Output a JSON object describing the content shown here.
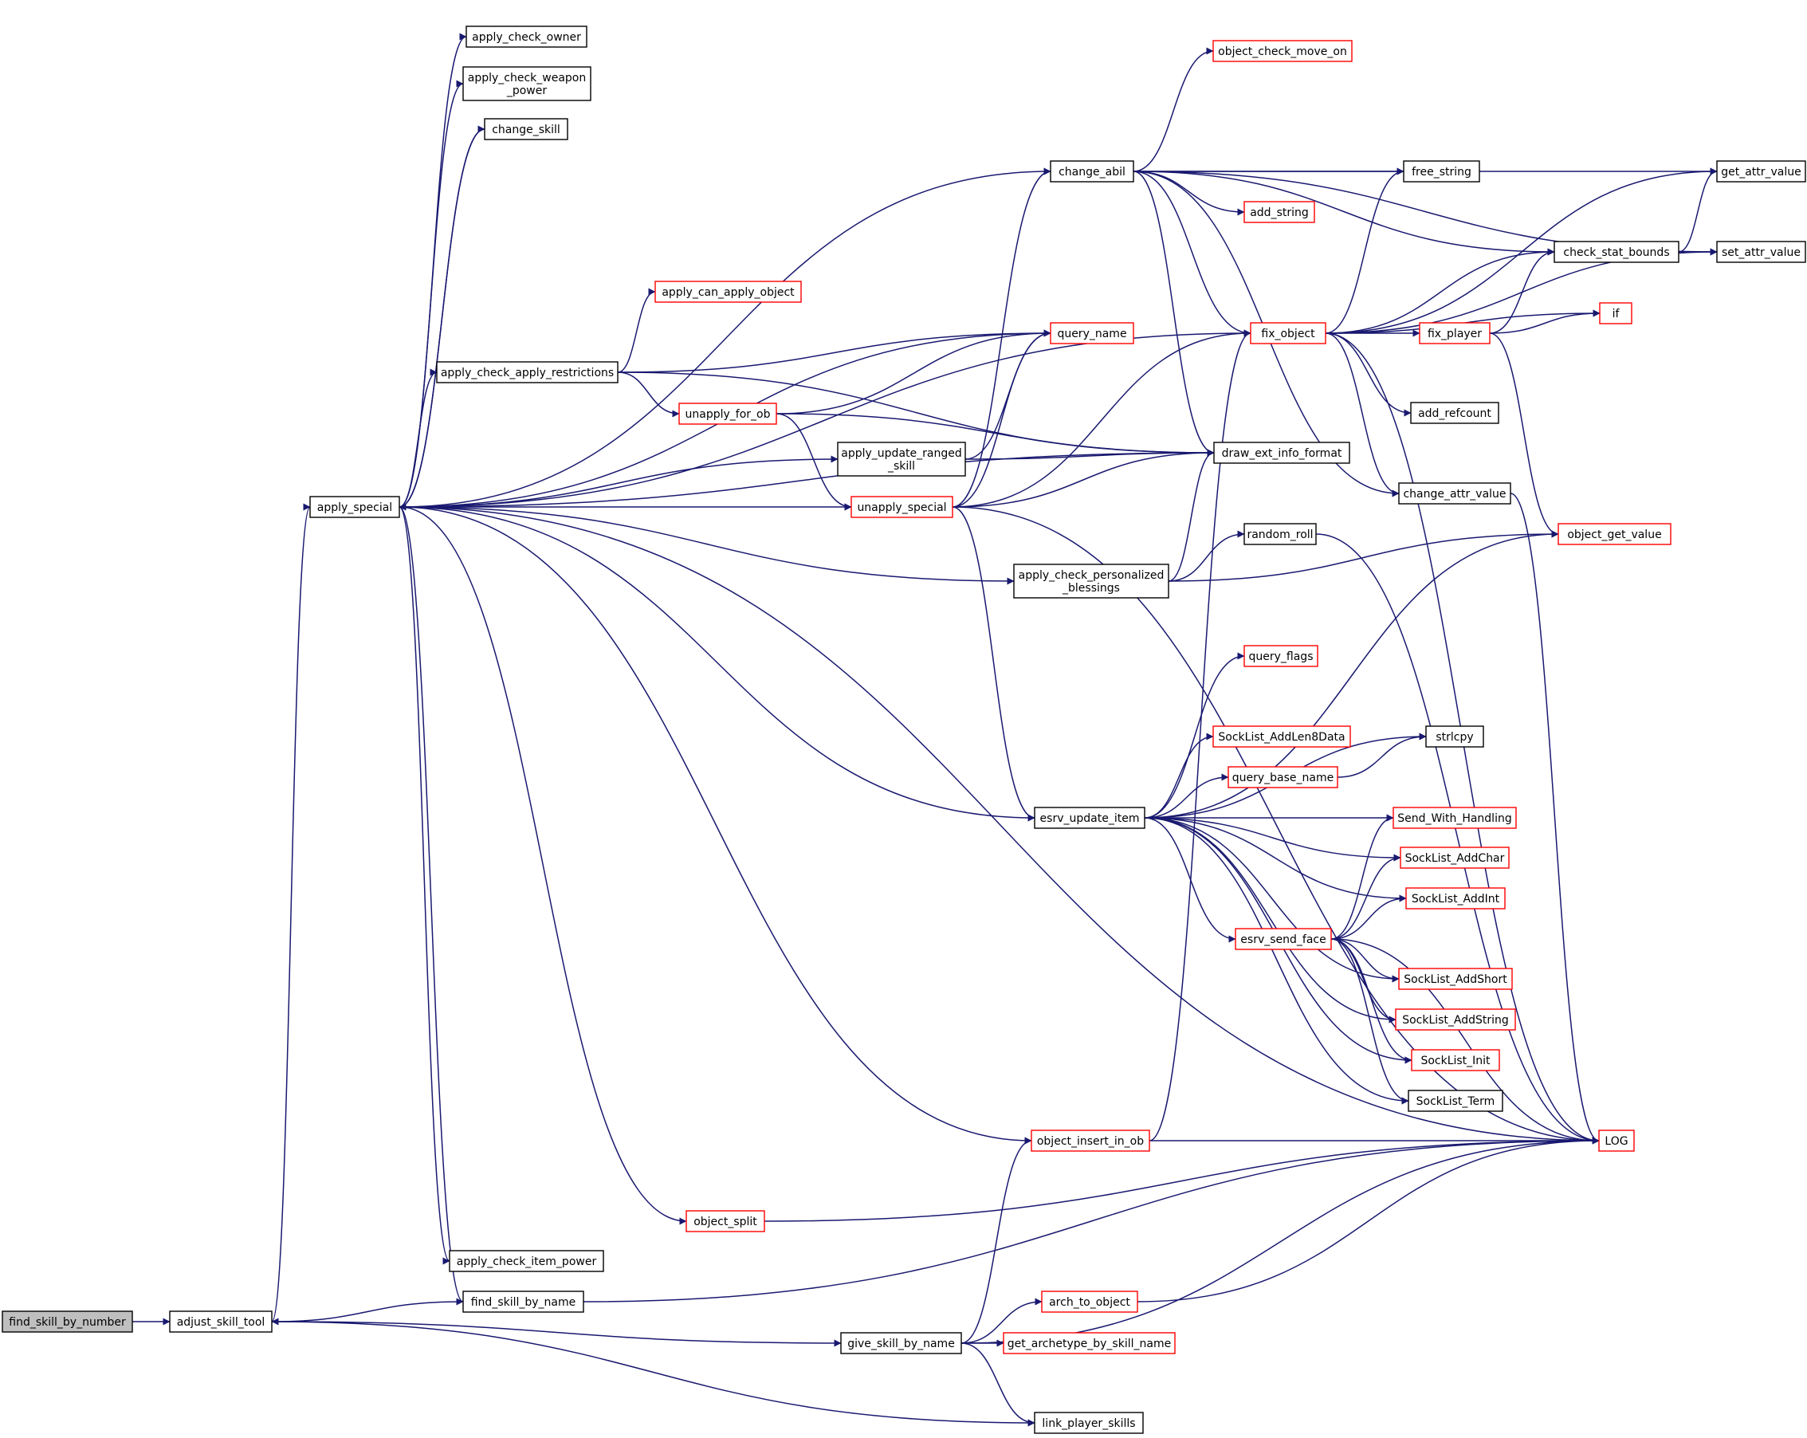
{
  "title": "",
  "colors": {
    "edge": "#191970",
    "normal_border": "#000000",
    "truncated_border": "#ff0000",
    "root_fill": "#bfbfbf",
    "background": "#ffffff"
  },
  "nodes": [
    {
      "id": "find_skill_by_number",
      "lines": [
        "find_skill_by_number"
      ],
      "style": "root"
    },
    {
      "id": "adjust_skill_tool",
      "lines": [
        "adjust_skill_tool"
      ],
      "style": "normal"
    },
    {
      "id": "apply_special",
      "lines": [
        "apply_special"
      ],
      "style": "normal"
    },
    {
      "id": "find_skill_by_name",
      "lines": [
        "find_skill_by_name"
      ],
      "style": "normal"
    },
    {
      "id": "give_skill_by_name",
      "lines": [
        "give_skill_by_name"
      ],
      "style": "normal"
    },
    {
      "id": "link_player_skills",
      "lines": [
        "link_player_skills"
      ],
      "style": "normal"
    },
    {
      "id": "apply_check_owner",
      "lines": [
        "apply_check_owner"
      ],
      "style": "normal"
    },
    {
      "id": "apply_check_weapon_power",
      "lines": [
        "apply_check_weapon",
        "_power"
      ],
      "style": "normal"
    },
    {
      "id": "change_skill",
      "lines": [
        "change_skill"
      ],
      "style": "normal"
    },
    {
      "id": "change_abil",
      "lines": [
        "change_abil"
      ],
      "style": "normal"
    },
    {
      "id": "fix_object",
      "lines": [
        "fix_object"
      ],
      "style": "red"
    },
    {
      "id": "query_name",
      "lines": [
        "query_name"
      ],
      "style": "red"
    },
    {
      "id": "apply_check_apply_restrictions",
      "lines": [
        "apply_check_apply_restrictions"
      ],
      "style": "normal"
    },
    {
      "id": "apply_update_ranged_skill",
      "lines": [
        "apply_update_ranged",
        "_skill"
      ],
      "style": "normal"
    },
    {
      "id": "unapply_special",
      "lines": [
        "unapply_special"
      ],
      "style": "red"
    },
    {
      "id": "draw_ext_info_format",
      "lines": [
        "draw_ext_info_format"
      ],
      "style": "normal"
    },
    {
      "id": "apply_check_personalized_blessings",
      "lines": [
        "apply_check_personalized",
        "_blessings"
      ],
      "style": "normal"
    },
    {
      "id": "esrv_update_item",
      "lines": [
        "esrv_update_item"
      ],
      "style": "normal"
    },
    {
      "id": "object_insert_in_ob",
      "lines": [
        "object_insert_in_ob"
      ],
      "style": "red"
    },
    {
      "id": "LOG",
      "lines": [
        "LOG"
      ],
      "style": "red"
    },
    {
      "id": "object_split",
      "lines": [
        "object_split"
      ],
      "style": "red"
    },
    {
      "id": "apply_check_item_power",
      "lines": [
        "apply_check_item_power"
      ],
      "style": "normal"
    },
    {
      "id": "arch_to_object",
      "lines": [
        "arch_to_object"
      ],
      "style": "red"
    },
    {
      "id": "get_archetype_by_skill_name",
      "lines": [
        "get_archetype_by_skill_name"
      ],
      "style": "red"
    },
    {
      "id": "object_check_move_on",
      "lines": [
        "object_check_move_on"
      ],
      "style": "red"
    },
    {
      "id": "get_attr_value",
      "lines": [
        "get_attr_value"
      ],
      "style": "normal"
    },
    {
      "id": "set_attr_value",
      "lines": [
        "set_attr_value"
      ],
      "style": "normal"
    },
    {
      "id": "free_string",
      "lines": [
        "free_string"
      ],
      "style": "normal"
    },
    {
      "id": "add_string",
      "lines": [
        "add_string"
      ],
      "style": "red"
    },
    {
      "id": "change_attr_value",
      "lines": [
        "change_attr_value"
      ],
      "style": "normal"
    },
    {
      "id": "apply_can_apply_object",
      "lines": [
        "apply_can_apply_object"
      ],
      "style": "red"
    },
    {
      "id": "unapply_for_ob",
      "lines": [
        "unapply_for_ob"
      ],
      "style": "red"
    },
    {
      "id": "check_stat_bounds",
      "lines": [
        "check_stat_bounds"
      ],
      "style": "normal"
    },
    {
      "id": "fix_player",
      "lines": [
        "fix_player"
      ],
      "style": "red"
    },
    {
      "id": "if",
      "lines": [
        "if"
      ],
      "style": "red"
    },
    {
      "id": "add_refcount",
      "lines": [
        "add_refcount"
      ],
      "style": "normal"
    },
    {
      "id": "object_get_value",
      "lines": [
        "object_get_value"
      ],
      "style": "red"
    },
    {
      "id": "random_roll",
      "lines": [
        "random_roll"
      ],
      "style": "normal"
    },
    {
      "id": "query_flags",
      "lines": [
        "query_flags"
      ],
      "style": "red"
    },
    {
      "id": "strlcpy",
      "lines": [
        "strlcpy"
      ],
      "style": "normal"
    },
    {
      "id": "SockList_AddLen8Data",
      "lines": [
        "SockList_AddLen8Data"
      ],
      "style": "red"
    },
    {
      "id": "query_base_name",
      "lines": [
        "query_base_name"
      ],
      "style": "red"
    },
    {
      "id": "Send_With_Handling",
      "lines": [
        "Send_With_Handling"
      ],
      "style": "red"
    },
    {
      "id": "SockList_AddChar",
      "lines": [
        "SockList_AddChar"
      ],
      "style": "red"
    },
    {
      "id": "SockList_AddInt",
      "lines": [
        "SockList_AddInt"
      ],
      "style": "red"
    },
    {
      "id": "esrv_send_face",
      "lines": [
        "esrv_send_face"
      ],
      "style": "red"
    },
    {
      "id": "SockList_AddShort",
      "lines": [
        "SockList_AddShort"
      ],
      "style": "red"
    },
    {
      "id": "SockList_AddString",
      "lines": [
        "SockList_AddString"
      ],
      "style": "red"
    },
    {
      "id": "SockList_Init",
      "lines": [
        "SockList_Init"
      ],
      "style": "red"
    },
    {
      "id": "SockList_Term",
      "lines": [
        "SockList_Term"
      ],
      "style": "normal"
    }
  ],
  "edges": [
    [
      "find_skill_by_number",
      "adjust_skill_tool"
    ],
    [
      "adjust_skill_tool",
      "apply_special"
    ],
    [
      "adjust_skill_tool",
      "give_skill_by_name"
    ],
    [
      "adjust_skill_tool",
      "link_player_skills"
    ],
    [
      "find_skill_by_name",
      "adjust_skill_tool"
    ],
    [
      "find_skill_by_name",
      "LOG"
    ],
    [
      "apply_special",
      "apply_check_owner"
    ],
    [
      "apply_special",
      "apply_check_weapon_power"
    ],
    [
      "apply_special",
      "change_skill"
    ],
    [
      "apply_special",
      "change_abil"
    ],
    [
      "apply_special",
      "fix_object"
    ],
    [
      "apply_special",
      "query_name"
    ],
    [
      "apply_special",
      "apply_check_apply_restrictions"
    ],
    [
      "apply_special",
      "apply_update_ranged_skill"
    ],
    [
      "apply_special",
      "unapply_special"
    ],
    [
      "apply_special",
      "draw_ext_info_format"
    ],
    [
      "apply_special",
      "apply_check_personalized_blessings"
    ],
    [
      "apply_special",
      "esrv_update_item"
    ],
    [
      "apply_special",
      "object_insert_in_ob"
    ],
    [
      "apply_special",
      "LOG"
    ],
    [
      "apply_special",
      "object_split"
    ],
    [
      "apply_special",
      "apply_check_item_power"
    ],
    [
      "apply_special",
      "find_skill_by_name"
    ],
    [
      "change_skill",
      "apply_special"
    ],
    [
      "give_skill_by_name",
      "object_insert_in_ob"
    ],
    [
      "give_skill_by_name",
      "arch_to_object"
    ],
    [
      "give_skill_by_name",
      "get_archetype_by_skill_name"
    ],
    [
      "give_skill_by_name",
      "LOG"
    ],
    [
      "give_skill_by_name",
      "link_player_skills"
    ],
    [
      "change_abil",
      "object_check_move_on"
    ],
    [
      "change_abil",
      "get_attr_value"
    ],
    [
      "change_abil",
      "set_attr_value"
    ],
    [
      "change_abil",
      "free_string"
    ],
    [
      "change_abil",
      "add_string"
    ],
    [
      "change_abil",
      "fix_object"
    ],
    [
      "change_abil",
      "draw_ext_info_format"
    ],
    [
      "change_abil",
      "change_attr_value"
    ],
    [
      "change_abil",
      "check_stat_bounds"
    ],
    [
      "apply_check_apply_restrictions",
      "apply_can_apply_object"
    ],
    [
      "apply_check_apply_restrictions",
      "query_name"
    ],
    [
      "apply_check_apply_restrictions",
      "unapply_for_ob"
    ],
    [
      "apply_check_apply_restrictions",
      "draw_ext_info_format"
    ],
    [
      "unapply_for_ob",
      "query_name"
    ],
    [
      "unapply_for_ob",
      "draw_ext_info_format"
    ],
    [
      "unapply_for_ob",
      "unapply_special"
    ],
    [
      "apply_update_ranged_skill",
      "query_name"
    ],
    [
      "apply_update_ranged_skill",
      "draw_ext_info_format"
    ],
    [
      "unapply_special",
      "change_abil"
    ],
    [
      "unapply_special",
      "query_name"
    ],
    [
      "unapply_special",
      "fix_object"
    ],
    [
      "unapply_special",
      "draw_ext_info_format"
    ],
    [
      "unapply_special",
      "esrv_update_item"
    ],
    [
      "unapply_special",
      "LOG"
    ],
    [
      "fix_object",
      "free_string"
    ],
    [
      "fix_object",
      "get_attr_value"
    ],
    [
      "fix_object",
      "check_stat_bounds"
    ],
    [
      "fix_object",
      "if"
    ],
    [
      "fix_object",
      "fix_player"
    ],
    [
      "fix_object",
      "set_attr_value"
    ],
    [
      "fix_object",
      "add_refcount"
    ],
    [
      "fix_object",
      "change_attr_value"
    ],
    [
      "fix_object",
      "LOG"
    ],
    [
      "fix_player",
      "check_stat_bounds"
    ],
    [
      "fix_player",
      "if"
    ],
    [
      "fix_player",
      "object_get_value"
    ],
    [
      "check_stat_bounds",
      "get_attr_value"
    ],
    [
      "check_stat_bounds",
      "set_attr_value"
    ],
    [
      "change_attr_value",
      "LOG"
    ],
    [
      "apply_check_personalized_blessings",
      "draw_ext_info_format"
    ],
    [
      "apply_check_personalized_blessings",
      "object_get_value"
    ],
    [
      "apply_check_personalized_blessings",
      "random_roll"
    ],
    [
      "random_roll",
      "LOG"
    ],
    [
      "esrv_update_item",
      "object_get_value"
    ],
    [
      "esrv_update_item",
      "query_flags"
    ],
    [
      "esrv_update_item",
      "strlcpy"
    ],
    [
      "esrv_update_item",
      "SockList_AddLen8Data"
    ],
    [
      "esrv_update_item",
      "query_base_name"
    ],
    [
      "esrv_update_item",
      "Send_With_Handling"
    ],
    [
      "esrv_update_item",
      "SockList_AddChar"
    ],
    [
      "esrv_update_item",
      "SockList_AddInt"
    ],
    [
      "esrv_update_item",
      "esrv_send_face"
    ],
    [
      "esrv_update_item",
      "SockList_AddShort"
    ],
    [
      "esrv_update_item",
      "SockList_AddString"
    ],
    [
      "esrv_update_item",
      "SockList_Init"
    ],
    [
      "esrv_update_item",
      "SockList_Term"
    ],
    [
      "query_base_name",
      "strlcpy"
    ],
    [
      "esrv_send_face",
      "Send_With_Handling"
    ],
    [
      "esrv_send_face",
      "SockList_AddChar"
    ],
    [
      "esrv_send_face",
      "SockList_AddInt"
    ],
    [
      "esrv_send_face",
      "LOG"
    ],
    [
      "esrv_send_face",
      "SockList_AddShort"
    ],
    [
      "esrv_send_face",
      "SockList_AddString"
    ],
    [
      "esrv_send_face",
      "SockList_Init"
    ],
    [
      "esrv_send_face",
      "SockList_Term"
    ],
    [
      "object_insert_in_ob",
      "fix_object"
    ],
    [
      "object_insert_in_ob",
      "LOG"
    ],
    [
      "object_split",
      "LOG"
    ],
    [
      "arch_to_object",
      "LOG"
    ]
  ]
}
